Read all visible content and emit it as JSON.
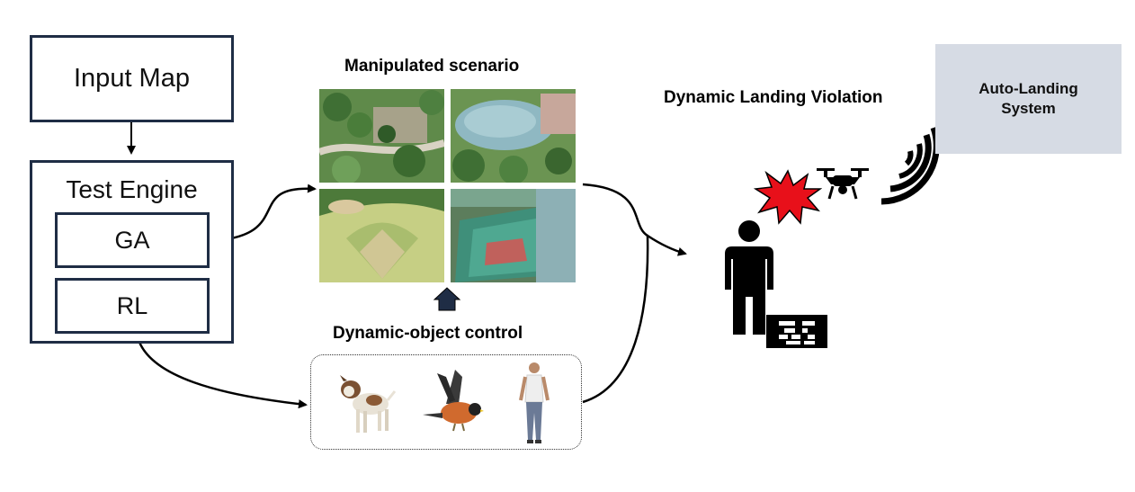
{
  "diagram": {
    "input_map": "Input Map",
    "test_engine": "Test Engine",
    "ga": "GA",
    "rl": "RL",
    "manipulated_scenario": "Manipulated scenario",
    "dynamic_object_control": "Dynamic-object control",
    "dynamic_landing_violation": "Dynamic Landing Violation",
    "auto_landing_line1": "Auto-Landing",
    "auto_landing_line2": "System"
  },
  "scenario_images": [
    "park-aerial-icon",
    "lake-aerial-icon",
    "baseball-field-icon",
    "sports-court-icon"
  ],
  "dynamic_objects": [
    "dog-icon",
    "bird-icon",
    "walking-person-icon"
  ],
  "colors": {
    "box_border": "#1f2d45",
    "auto_landing_fill": "#d6dbe4",
    "collision_red": "#e8101a"
  }
}
